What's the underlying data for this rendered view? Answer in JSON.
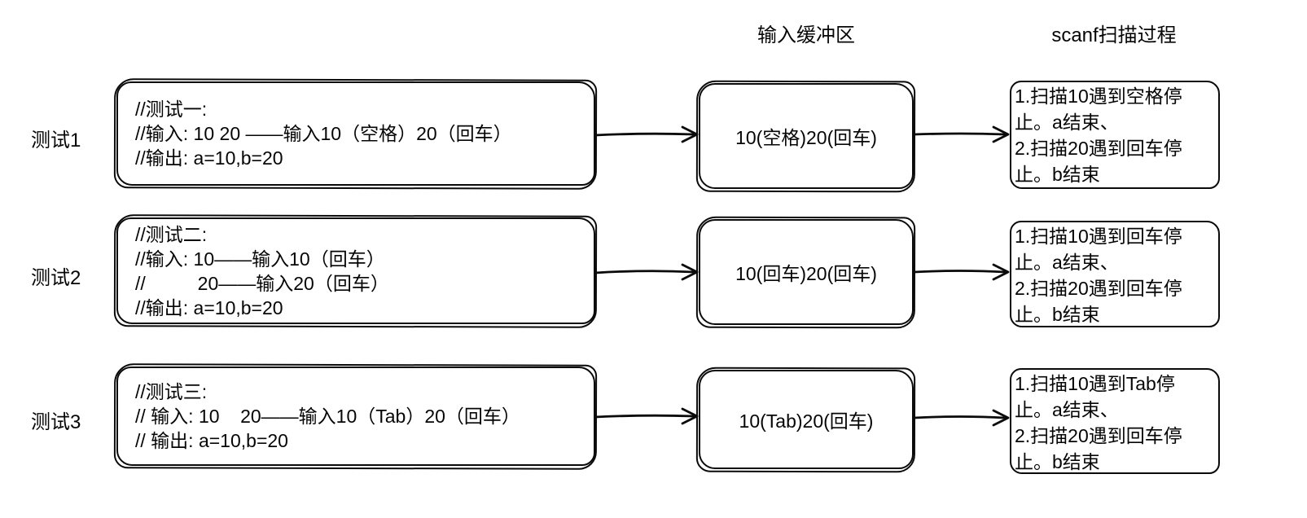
{
  "colors": {
    "ink": "#0a0a0a",
    "background": "#ffffff"
  },
  "icons": {
    "flow_arrow": "open-right-arrow-connector"
  },
  "headers": {
    "buffer": "输入缓冲区",
    "scanf": "scanf扫描过程"
  },
  "rows": [
    {
      "label": "测试1",
      "code_lines": [
        "//测试一:",
        "//输入: 10 20 ——输入10（空格）20（回车）",
        "//输出: a=10,b=20"
      ],
      "buffer": "10(空格)20(回车)",
      "scanf": "1.扫描10遇到空格停\n止。a结束、\n2.扫描20遇到回车停\n止。b结束"
    },
    {
      "label": "测试2",
      "code_lines": [
        "//测试二:",
        "//输入: 10——输入10（回车）",
        "//          20——输入20（回车）",
        "//输出: a=10,b=20"
      ],
      "buffer": "10(回车)20(回车)",
      "scanf": "1.扫描10遇到回车停\n止。a结束、\n2.扫描20遇到回车停\n止。b结束"
    },
    {
      "label": "测试3",
      "code_lines": [
        "//测试三:",
        "// 输入: 10    20——输入10（Tab）20（回车）",
        "// 输出: a=10,b=20"
      ],
      "buffer": "10(Tab)20(回车)",
      "scanf": "1.扫描10遇到Tab停\n止。a结束、\n2.扫描20遇到回车停\n止。b结束"
    }
  ]
}
